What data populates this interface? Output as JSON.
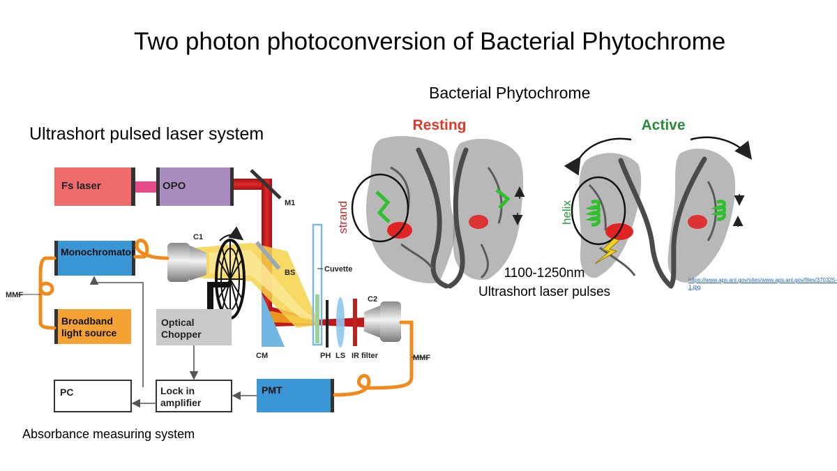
{
  "slide": {
    "title": "Two photon photoconversion of Bacterial Phytochrome",
    "laser_heading": "Ultrashort pulsed laser system",
    "absorbance_label": "Absorbance measuring system"
  },
  "setup": {
    "fs_laser": "Fs laser",
    "opo": "OPO",
    "monochromator": "Monochromator",
    "broadband_line1": "Broadband",
    "broadband_line2": "light source",
    "optical_chopper_line1": "Optical",
    "optical_chopper_line2": "Chopper",
    "pc": "PC",
    "lockin_line1": "Lock in",
    "lockin_line2": "amplifier",
    "pmt": "PMT",
    "m1": "M1",
    "c1": "C1",
    "bs": "BS",
    "cuvette": "Cuvette",
    "c2": "C2",
    "cm": "CM",
    "ph": "PH",
    "ls": "LS",
    "ir_filter": "IR filter",
    "mmf_left": "MMF",
    "mmf_right": "MMF"
  },
  "phytochrome": {
    "heading": "Bacterial Phytochrome",
    "resting": "Resting",
    "active": "Active",
    "strand": "strand",
    "helix": "helix",
    "wavelength": "1100-1250nm",
    "pulses": "Ultrashort laser pulses",
    "source_url": "https://www.aps.anl.gov/sites/www.aps.anl.gov/files/370325-1.jpg"
  },
  "colors": {
    "fs_laser_box": "#ef6b6b",
    "opo_box": "#a98cc0",
    "monochromator_box": "#3a97d6",
    "broadband_box": "#f3a233",
    "pmt_box": "#3a97d6",
    "chopper_box": "#c9c9c9",
    "fiber": "#f08a1a",
    "laser_beam": "#c0171b",
    "probe_beam": "#f5d44a",
    "protein": "#5f5f5f",
    "chromophore": "#e02424",
    "strand_helix": "#2fbf2f",
    "resting_label": "#d93a2a",
    "active_label": "#2a8a3a"
  }
}
